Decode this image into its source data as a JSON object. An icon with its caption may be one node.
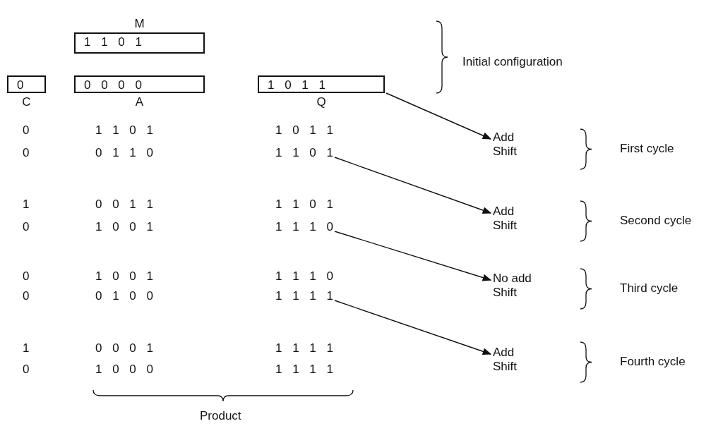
{
  "diagram": {
    "nodes": [
      {
        "text": [
          "M",
          "1 1 0 1"
        ]
      },
      {
        "text": [
          "0",
          "C"
        ]
      },
      {
        "text": [
          "0 0 0 0",
          "A"
        ]
      },
      {
        "text": [
          "1 0 1 1",
          "Q"
        ]
      },
      {
        "text": [
          "Add",
          "Shift"
        ]
      },
      {
        "text": [
          "1 1 0 1"
        ]
      },
      {
        "text": [
          "Add",
          "Shift"
        ]
      },
      {
        "text": [
          "1 1 1 0"
        ]
      },
      {
        "text": [
          "No add",
          "Shift"
        ]
      },
      {
        "text": [
          "1 1 1 1"
        ]
      },
      {
        "text": [
          "Add",
          "Shift"
        ]
      }
    ],
    "edges": [
      {
        "from": 3,
        "to": 4,
        "arrow": "to"
      },
      {
        "from": 5,
        "to": 6,
        "arrow": "to"
      },
      {
        "from": 7,
        "to": 8,
        "arrow": "to"
      },
      {
        "from": 9,
        "to": 10,
        "arrow": "to"
      }
    ],
    "labels": [
      "Initial configuration",
      "0",
      "1 1 0 1",
      "1 0 1 1",
      "0",
      "0 1 1 0",
      "First cycle",
      "1",
      "0 0 1 1",
      "1 1 0 1",
      "0",
      "1 0 0 1",
      "Second cycle",
      "0",
      "1 0 0 1",
      "1 1 1 0",
      "0",
      "0 1 0 0",
      "Third cycle",
      "1",
      "0 0 0 1",
      "1 1 1 1",
      "0",
      "1 0 0 0",
      "1 1 1 1",
      "Fourth cycle",
      "Product"
    ]
  }
}
